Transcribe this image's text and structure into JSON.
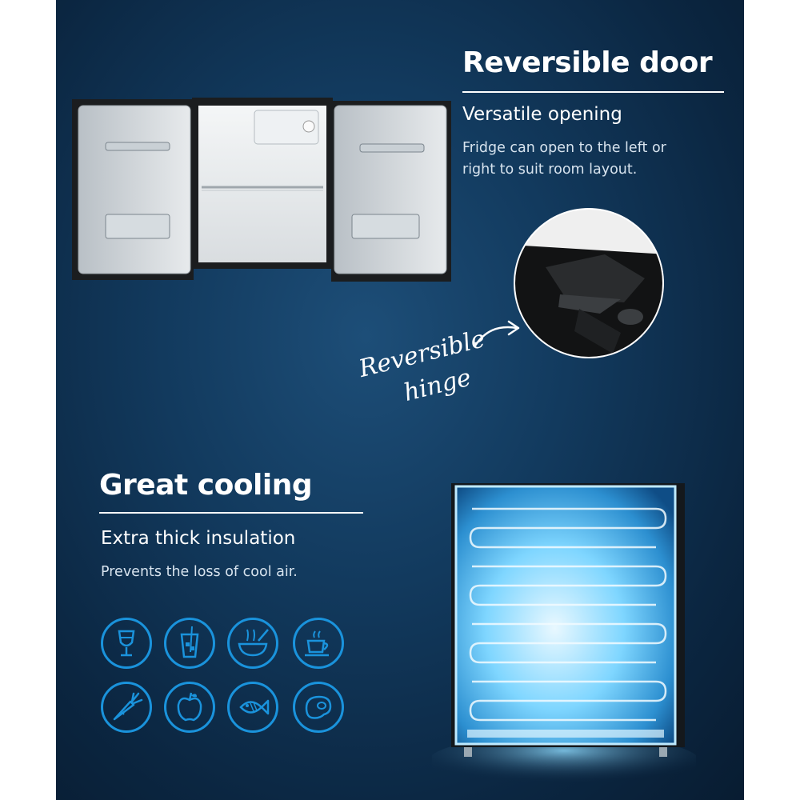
{
  "reversible": {
    "heading": "Reversible door",
    "subheading": "Versatile opening",
    "description_line1": "Fridge can open to the left or",
    "description_line2": "right to suit room layout.",
    "hinge_note_line1": "Reversible",
    "hinge_note_line2": "hinge"
  },
  "cooling": {
    "heading": "Great cooling",
    "subheading": "Extra thick insulation",
    "description": "Prevents the loss of cool air."
  },
  "storage_icons": [
    {
      "icon": "wine-glass-icon"
    },
    {
      "icon": "drink-cup-icon"
    },
    {
      "icon": "noodle-bowl-icon"
    },
    {
      "icon": "coffee-cup-icon"
    },
    {
      "icon": "carrot-icon"
    },
    {
      "icon": "apple-icon"
    },
    {
      "icon": "fish-icon"
    },
    {
      "icon": "steak-icon"
    }
  ],
  "colors": {
    "background": "#0e3050",
    "icon_accent": "#1a93dc",
    "text": "#ffffff",
    "cooling_glow": "#6fd3ff"
  }
}
